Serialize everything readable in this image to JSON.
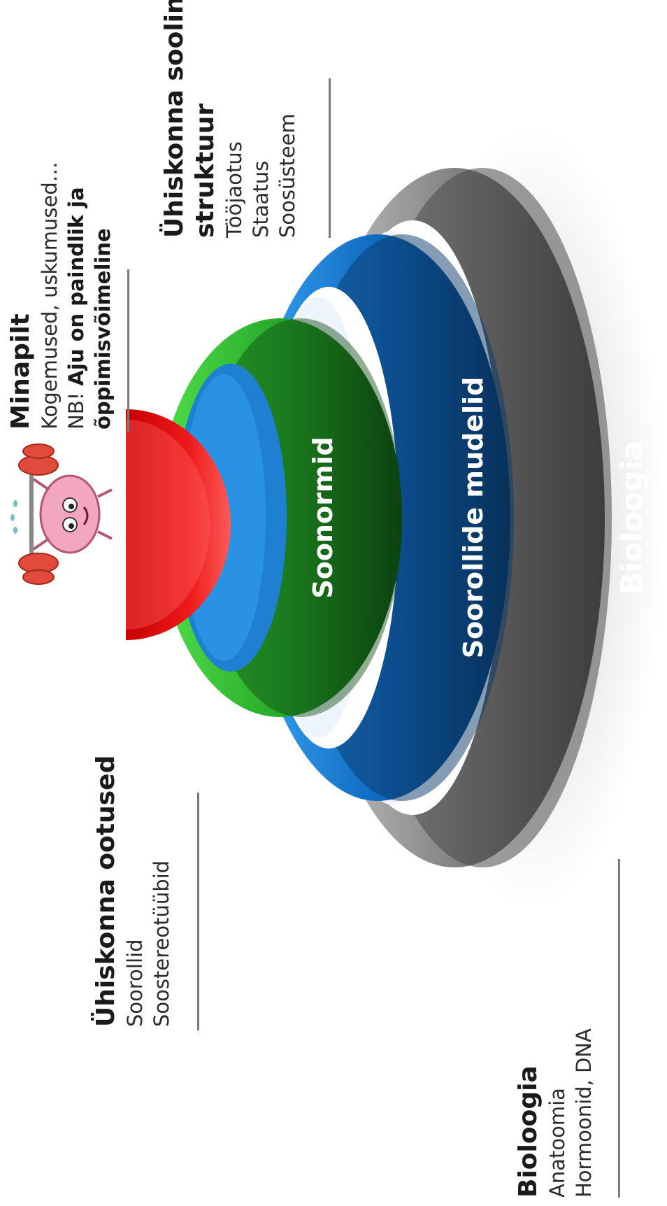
{
  "rings": {
    "biology": {
      "label": "Bioloogia",
      "color_light": "#b5b5b5",
      "color_dark": "#3a3a3a"
    },
    "role_models": {
      "label": "Soorollide mudelid",
      "color_light": "#2a9af0",
      "color_dark": "#062e55"
    },
    "gender_norms": {
      "label": "Soonormid",
      "color_light": "#3fd23a",
      "color_dark": "#0c4a10"
    },
    "core": {
      "color_light": "#ff4a4a",
      "color_dark": "#b00000"
    }
  },
  "labels": {
    "self_image": {
      "title": "Minapilt",
      "line1": "Kogemused, uskumused…",
      "line2_prefix": "NB! ",
      "line2_bold": "Aju on paindlik ja",
      "line3": "õppimisvõimeline"
    },
    "social_structure": {
      "title_line1": "Ühiskonna sooline",
      "title_line2": "struktuur",
      "items": [
        "Tööjaotus",
        "Staatus",
        "Soosüsteem"
      ]
    },
    "social_expectations": {
      "title": "Ühiskonna ootused",
      "items": [
        "Soorollid",
        "Soostereotüübid"
      ]
    },
    "biology": {
      "title": "Bioloogia",
      "items": [
        "Anatoomia",
        "Hormoonid, DNA"
      ]
    }
  },
  "illustration": {
    "icon": "brain-lifting-barbell-icon"
  }
}
